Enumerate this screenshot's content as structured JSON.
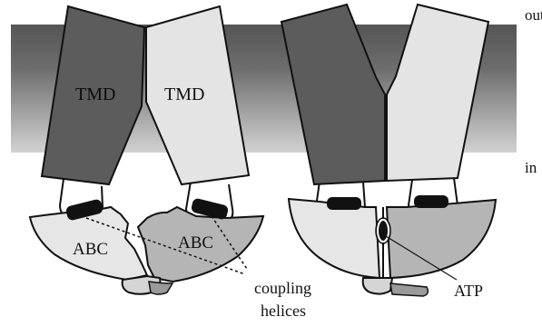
{
  "labels": {
    "out": "out",
    "in": "in",
    "tmd_left": "TMD",
    "tmd_right": "TMD",
    "abc_left": "ABC",
    "abc_right": "ABC",
    "coupling_line1": "coupling",
    "coupling_line2": "helices",
    "atp": "ATP"
  },
  "colors": {
    "membrane_top": "#5a5a5a",
    "membrane_mid": "#7a7a7a",
    "membrane_bottom": "#cfcfcf",
    "tmd_dark": "#5c5c5c",
    "tmd_light": "#e4e4e4",
    "abc_light": "#e6e6e6",
    "abc_dark": "#b5b5b5",
    "outline": "#111111"
  }
}
